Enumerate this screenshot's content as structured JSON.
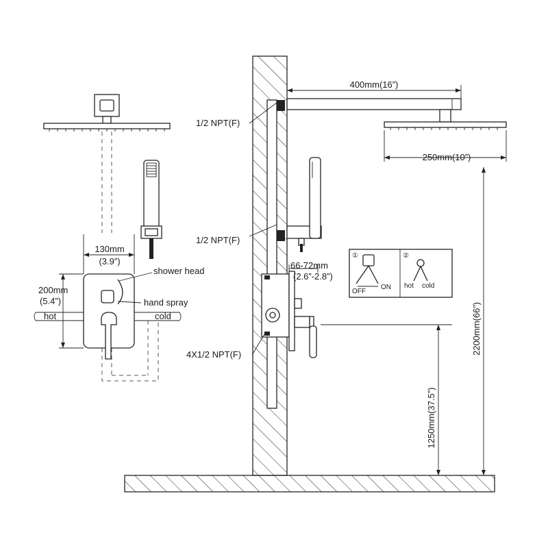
{
  "front_view": {
    "width_mm": "130mm",
    "width_in": "(3.9”)",
    "height_mm": "200mm",
    "height_in": "(5.4”)",
    "label_shower_head": "shower head",
    "label_hand_spray": "hand spray",
    "label_hot": "hot",
    "label_cold": "cold"
  },
  "side_view": {
    "arm_length": "400mm(16”)",
    "head_size": "250mm(10”)",
    "npt_top": "1/2 NPT(F)",
    "npt_mid": "1/2 NPT(F)",
    "npt_valve": "4X1/2 NPT(F)",
    "depth_mm": "66-72mm",
    "depth_in": "(2.6”-2.8”)",
    "head_height": "2200mm(66”)",
    "valve_height": "1250mm(37.5”)"
  },
  "legend": {
    "panel1_number": "①",
    "panel1_off": "OFF",
    "panel1_on": "ON",
    "panel2_number": "②",
    "panel2_hot": "hot",
    "panel2_cold": "cold"
  }
}
